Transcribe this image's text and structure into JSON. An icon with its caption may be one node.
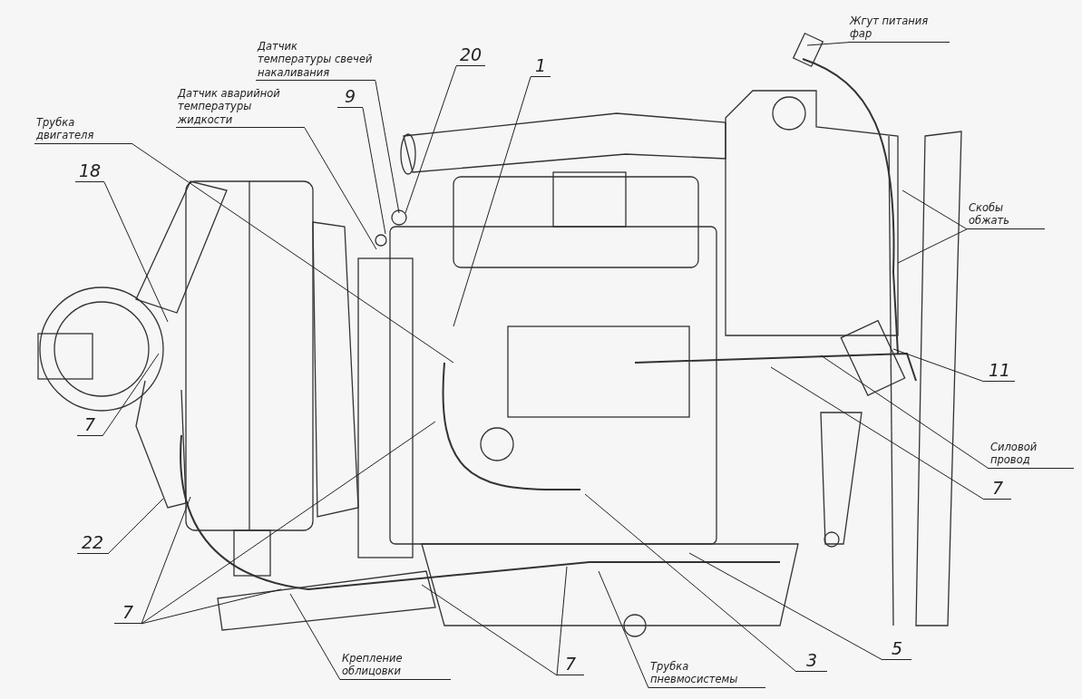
{
  "diagram": {
    "nodes": [
      {
        "text": [
          "Жгут питания фар"
        ]
      },
      {
        "text": [
          "Датчик температуры свечей накаливания"
        ]
      },
      {
        "text": [
          "20"
        ]
      },
      {
        "text": [
          "1"
        ]
      },
      {
        "text": [
          "Датчик аварийной температуры жидкости"
        ]
      },
      {
        "text": [
          "9"
        ]
      },
      {
        "text": [
          "Трубка двигателя"
        ]
      },
      {
        "text": [
          "18"
        ]
      },
      {
        "text": [
          "Скобы обжать"
        ]
      },
      {
        "text": [
          "11"
        ]
      },
      {
        "text": [
          "Силовой провод"
        ]
      },
      {
        "text": [
          "7"
        ]
      },
      {
        "text": [
          "7"
        ]
      },
      {
        "text": [
          "22"
        ]
      },
      {
        "text": [
          "7"
        ]
      },
      {
        "text": [
          "Крепление облицовки"
        ]
      },
      {
        "text": [
          "7"
        ]
      },
      {
        "text": [
          "Трубка пневмосистемы"
        ]
      },
      {
        "text": [
          "3"
        ]
      },
      {
        "text": [
          "5"
        ]
      }
    ],
    "edges": [
      {
        "from": 0,
        "to": null,
        "arrow": "none"
      },
      {
        "from": 1,
        "to": null,
        "arrow": "none"
      },
      {
        "from": 2,
        "to": null,
        "arrow": "none"
      },
      {
        "from": 3,
        "to": null,
        "arrow": "none"
      },
      {
        "from": 4,
        "to": null,
        "arrow": "none"
      },
      {
        "from": 5,
        "to": null,
        "arrow": "none"
      },
      {
        "from": 6,
        "to": null,
        "arrow": "none"
      },
      {
        "from": 7,
        "to": null,
        "arrow": "none"
      },
      {
        "from": 8,
        "to": null,
        "arrow": "none"
      },
      {
        "from": 8,
        "to": null,
        "arrow": "none"
      },
      {
        "from": 9,
        "to": null,
        "arrow": "none"
      },
      {
        "from": 10,
        "to": null,
        "arrow": "none"
      },
      {
        "from": 11,
        "to": null,
        "arrow": "none"
      },
      {
        "from": 12,
        "to": null,
        "arrow": "none"
      },
      {
        "from": 13,
        "to": null,
        "arrow": "none"
      },
      {
        "from": 14,
        "to": null,
        "arrow": "none"
      },
      {
        "from": 14,
        "to": null,
        "arrow": "none"
      },
      {
        "from": 14,
        "to": null,
        "arrow": "none"
      },
      {
        "from": 15,
        "to": null,
        "arrow": "none"
      },
      {
        "from": 16,
        "to": null,
        "arrow": "none"
      },
      {
        "from": 16,
        "to": null,
        "arrow": "none"
      },
      {
        "from": 17,
        "to": null,
        "arrow": "none"
      },
      {
        "from": 18,
        "to": null,
        "arrow": "none"
      },
      {
        "from": 19,
        "to": null,
        "arrow": "none"
      }
    ]
  }
}
